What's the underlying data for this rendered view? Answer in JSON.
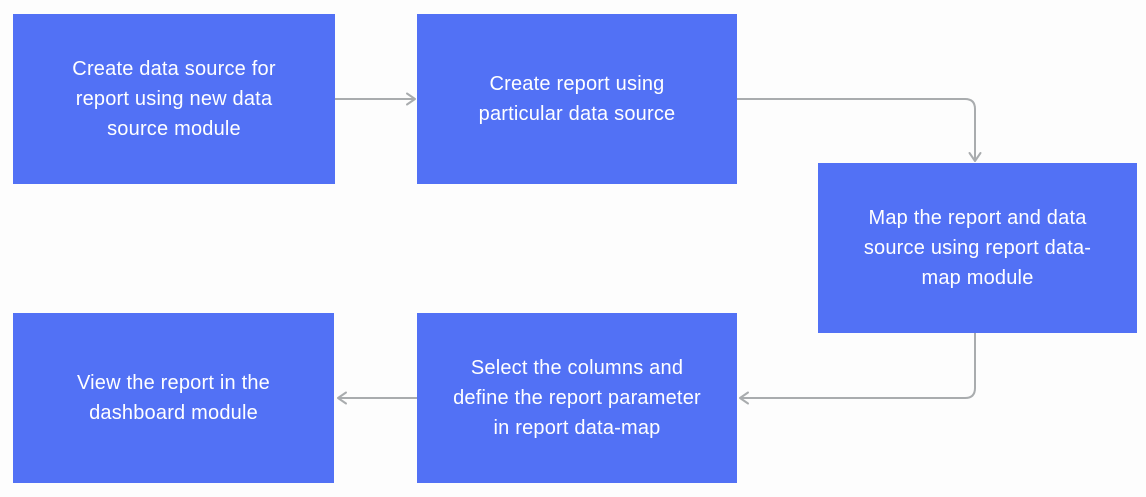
{
  "theme": {
    "box-color": "#5271F5",
    "text-color": "#FFFFFF",
    "arrow-color": "#A9ACAE",
    "background": "#FDFDFD"
  },
  "flowchart": {
    "type": "process-flow",
    "nodes": [
      {
        "id": "step-1",
        "label": "Create data source for report using new data source module"
      },
      {
        "id": "step-2",
        "label": "Create report using particular data source"
      },
      {
        "id": "step-3",
        "label": "Map the report and data source using report data-map module"
      },
      {
        "id": "step-4",
        "label": "Select the columns and define the report parameter in report data-map"
      },
      {
        "id": "step-5",
        "label": "View the report in the dashboard module"
      }
    ],
    "edges": [
      {
        "from": "step-1",
        "to": "step-2",
        "direction": "right"
      },
      {
        "from": "step-2",
        "to": "step-3",
        "direction": "right-then-down"
      },
      {
        "from": "step-3",
        "to": "step-4",
        "direction": "down-then-left"
      },
      {
        "from": "step-4",
        "to": "step-5",
        "direction": "left"
      }
    ]
  }
}
